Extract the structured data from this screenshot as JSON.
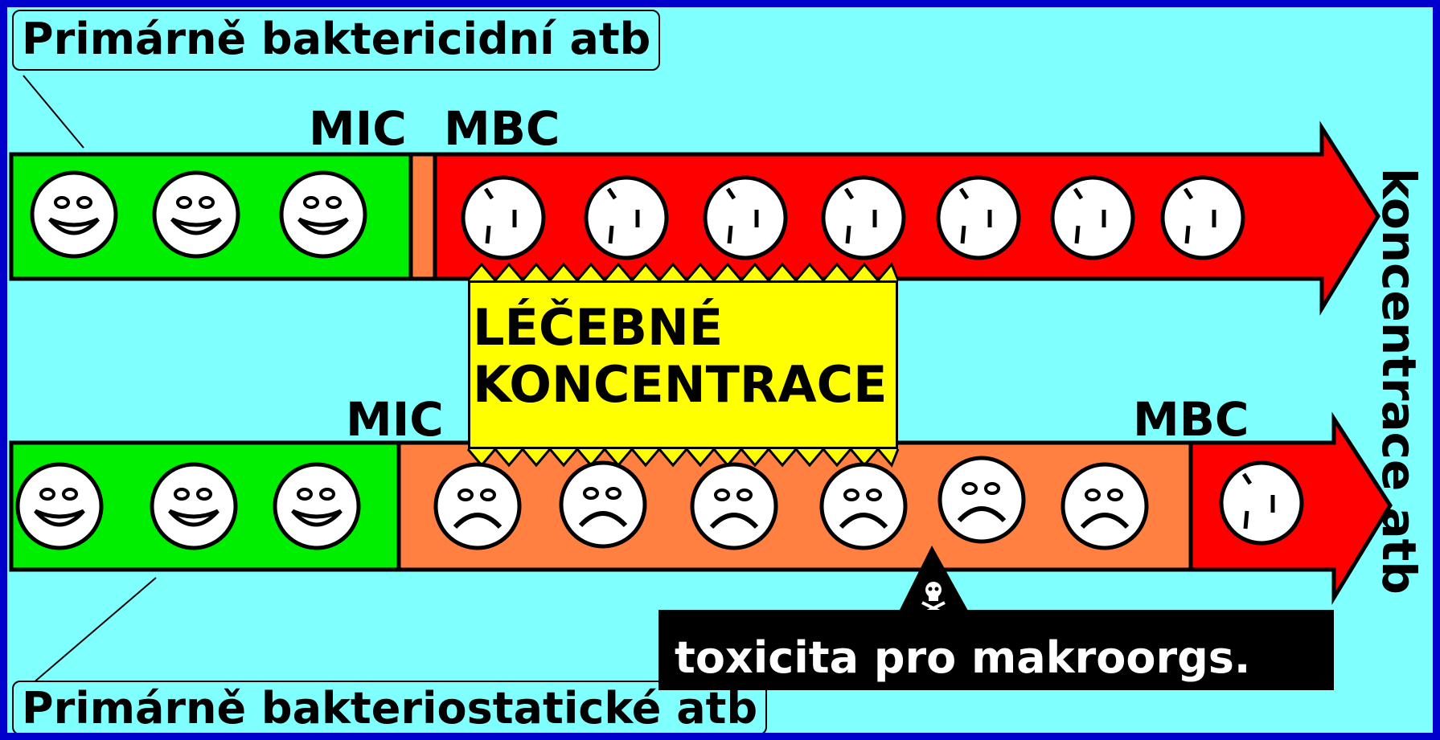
{
  "top_title": "Primárně baktericidní atb",
  "bottom_title": "Primárně bakteriostatické atb",
  "axis_label": "koncentrace atb",
  "therapeutic": {
    "line1": "LÉČEBNÉ",
    "line2": "KONCENTRACE"
  },
  "toxicity": "toxicita pro makroorgs.",
  "top_row": {
    "mic_label": "MIC",
    "mbc_label": "MBC"
  },
  "bottom_row": {
    "mic_label": "MIC",
    "mbc_label": "MBC"
  },
  "icons": {
    "happy": "happy-bacterium-icon",
    "dead": "dead-bacterium-icon",
    "sad": "sad-bacterium-icon",
    "toxic": "skull-crossbones-icon"
  },
  "colors": {
    "background": "#80ffff",
    "frame": "#0000cc",
    "survive": "#00ee00",
    "inhibited": "#ff8040",
    "killed": "#ff0000",
    "therapeutic": "#ffff00"
  }
}
